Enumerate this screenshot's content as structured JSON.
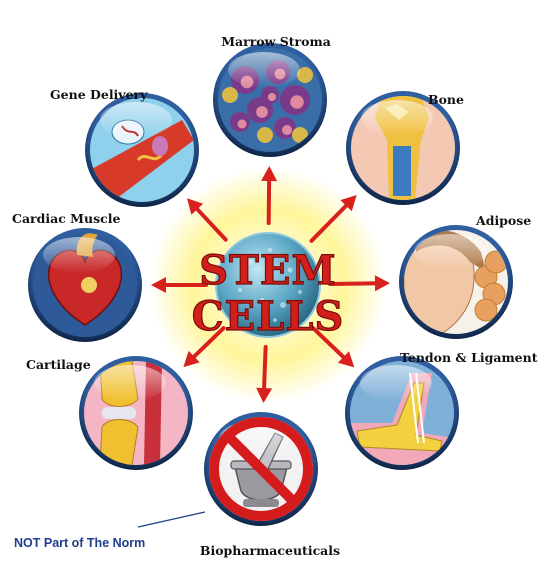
{
  "center": {
    "line1": "STEM",
    "line2": "CELLS",
    "text_color": "#d21f1b",
    "glow_color": "#fff27a"
  },
  "nodes": [
    {
      "id": "marrow-stroma",
      "label": "Marrow Stroma",
      "icon": "marrow-stroma-icon",
      "color": "#7a3a8a"
    },
    {
      "id": "bone",
      "label": "Bone",
      "icon": "bone-icon",
      "color": "#f0c040"
    },
    {
      "id": "adipose",
      "label": "Adipose",
      "icon": "adipose-face-icon",
      "color": "#e8a060"
    },
    {
      "id": "tendon-ligament",
      "label": "Tendon & Ligament",
      "icon": "tendon-ligament-icon",
      "color": "#f2d040"
    },
    {
      "id": "biopharmaceuticals",
      "label": "Biopharmaceuticals",
      "icon": "prohibited-mortar-pestle-icon",
      "color": "#d41c1c"
    },
    {
      "id": "cartilage",
      "label": "Cartilage",
      "icon": "cartilage-knee-icon",
      "color": "#f0c030"
    },
    {
      "id": "cardiac-muscle",
      "label": "Cardiac Muscle",
      "icon": "heart-icon",
      "color": "#c82828"
    },
    {
      "id": "gene-delivery",
      "label": "Gene Delivery",
      "icon": "gene-delivery-icon",
      "color": "#4aa0d8"
    }
  ],
  "arrow_color": "#d8201c",
  "note": {
    "text": "NOT Part of The Norm",
    "color": "#1f3e8a"
  }
}
